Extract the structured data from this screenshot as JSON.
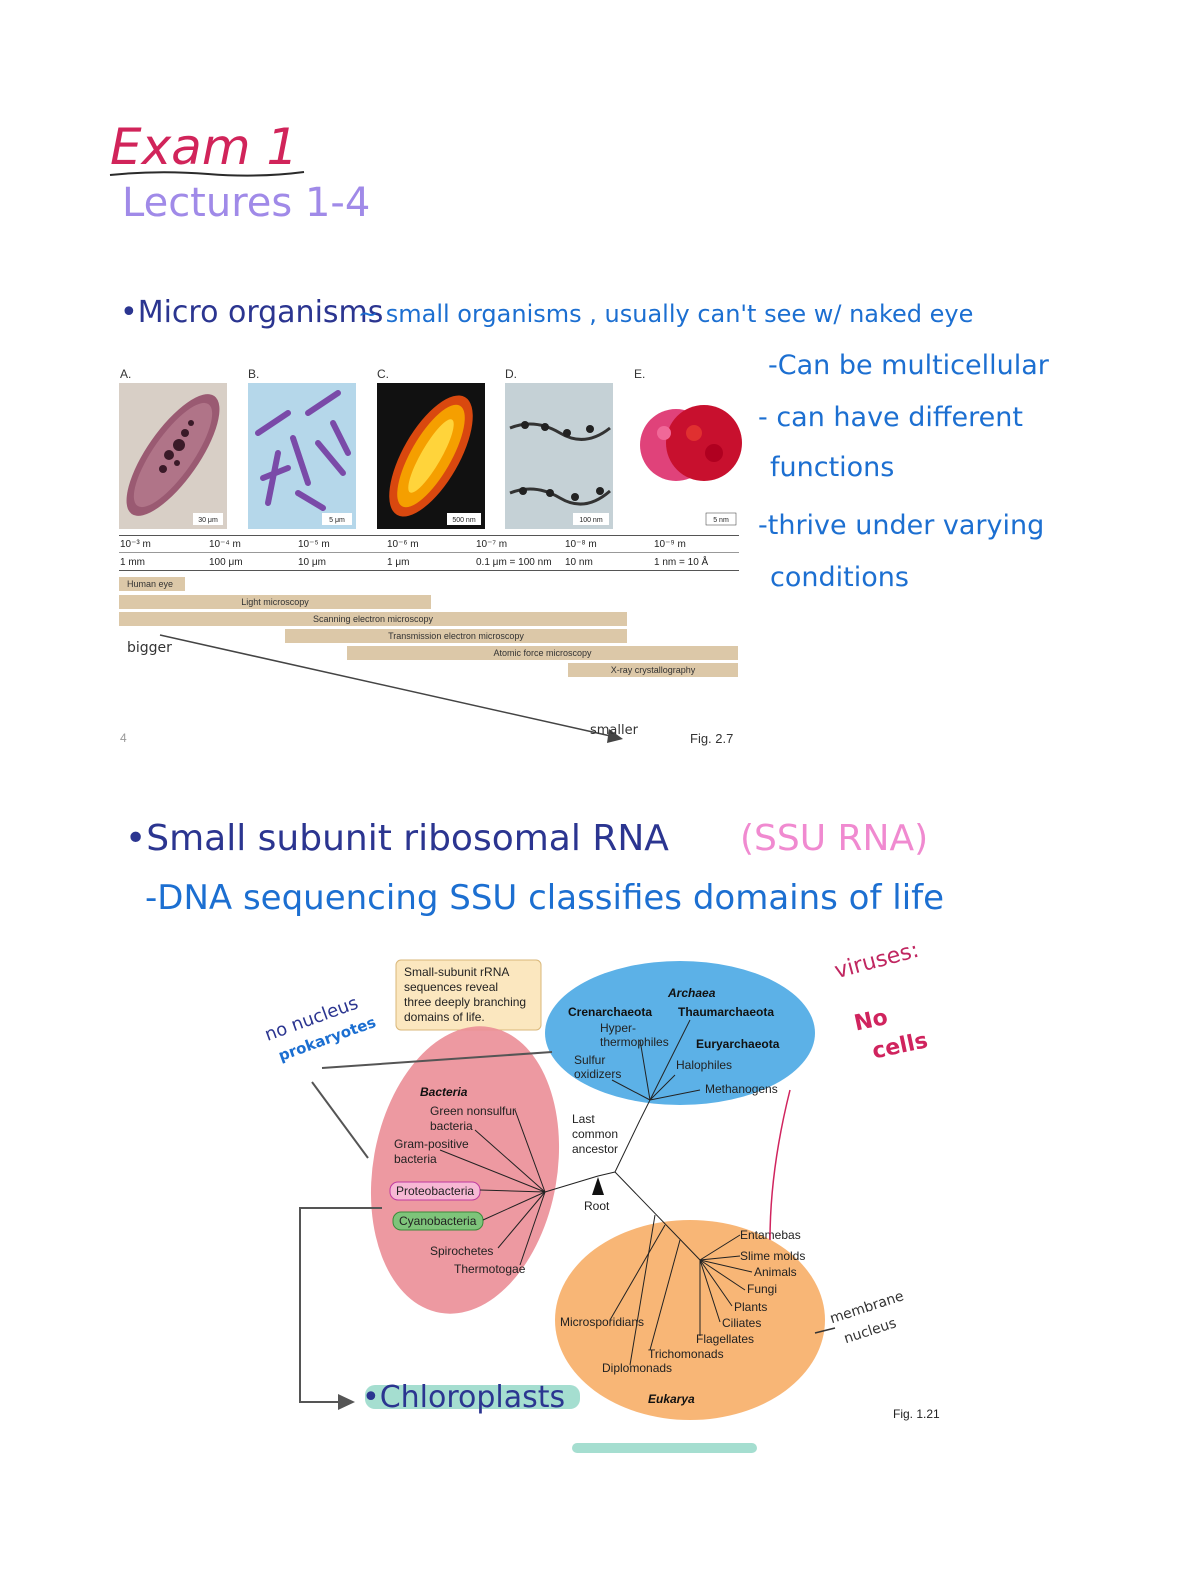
{
  "header": {
    "title": "Exam 1",
    "subtitle": "Lectures 1-4"
  },
  "section1": {
    "bullet": "•Micro organisms",
    "definition": "~ small organisms , usually can't see w/ naked eye",
    "notes": [
      "-Can be multicellular",
      "- can have different",
      "functions",
      "-thrive under varying",
      "conditions"
    ],
    "arrow_start": "bigger",
    "arrow_end": "smaller",
    "page_number": "4",
    "fig_caption": "Fig. 2.7",
    "panels": [
      {
        "letter": "A.",
        "scale": "30 μm"
      },
      {
        "letter": "B.",
        "scale": "5 μm"
      },
      {
        "letter": "C.",
        "scale": "500 nm"
      },
      {
        "letter": "D.",
        "scale": "100 nm"
      },
      {
        "letter": "E.",
        "scale": "5 nm"
      }
    ],
    "scale_meters": [
      "10⁻³ m",
      "10⁻⁴ m",
      "10⁻⁵ m",
      "10⁻⁶ m",
      "10⁻⁷ m",
      "10⁻⁸ m",
      "10⁻⁹ m"
    ],
    "scale_units": [
      "1 mm",
      "100 μm",
      "10 μm",
      "1 μm",
      "0.1 μm = 100 nm",
      "10 nm",
      "1 nm = 10 Å"
    ],
    "techniques": [
      "Human eye",
      "Light microscopy",
      "Scanning electron microscopy",
      "Transmission electron microscopy",
      "Atomic force microscopy",
      "X-ray crystallography"
    ],
    "colors": {
      "bar": "#dcc8a8"
    }
  },
  "section2": {
    "bullet": "•Small subunit ribosomal RNA",
    "abbrev": "(SSU RNA)",
    "note": "-DNA sequencing SSU classifies domains of life",
    "callout": [
      "Small-subunit rRNA",
      "sequences reveal",
      "three deeply branching",
      "domains of life."
    ],
    "archaea": {
      "title": "Archaea",
      "groups": [
        "Crenarchaeota",
        "Thaumarchaeota",
        "Euryarchaeota"
      ],
      "leaves": [
        "Hyper-",
        "thermophiles",
        "Sulfur",
        "oxidizers",
        "Halophiles",
        "Methanogens"
      ]
    },
    "bacteria": {
      "title": "Bacteria",
      "leaves": [
        "Green nonsulfur",
        "bacteria",
        "Gram-positive",
        "bacteria",
        "Proteobacteria",
        "Cyanobacteria",
        "Spirochetes",
        "Thermotogae"
      ]
    },
    "eukarya": {
      "title": "Eukarya",
      "leaves": [
        "Entamebas",
        "Slime molds",
        "Animals",
        "Fungi",
        "Plants",
        "Ciliates",
        "Flagellates",
        "Trichomonads",
        "Microsporidians",
        "Diplomonads"
      ]
    },
    "lca": [
      "Last",
      "common",
      "ancestor"
    ],
    "root": "Root",
    "fig_caption": "Fig. 1.21",
    "annotations": {
      "no_nucleus": "no nucleus",
      "prokaryotes": "prokaryotes",
      "viruses": "viruses:",
      "no": "No",
      "cells": "cells",
      "membrane": "membrane",
      "nucleus": "nucleus",
      "chloroplasts": "•Chloroplasts"
    },
    "colors": {
      "archaea": "#4aa8e4",
      "bacteria": "#eb8e97",
      "eukarya": "#f7b06a",
      "callout": "#fbe7bf"
    }
  }
}
